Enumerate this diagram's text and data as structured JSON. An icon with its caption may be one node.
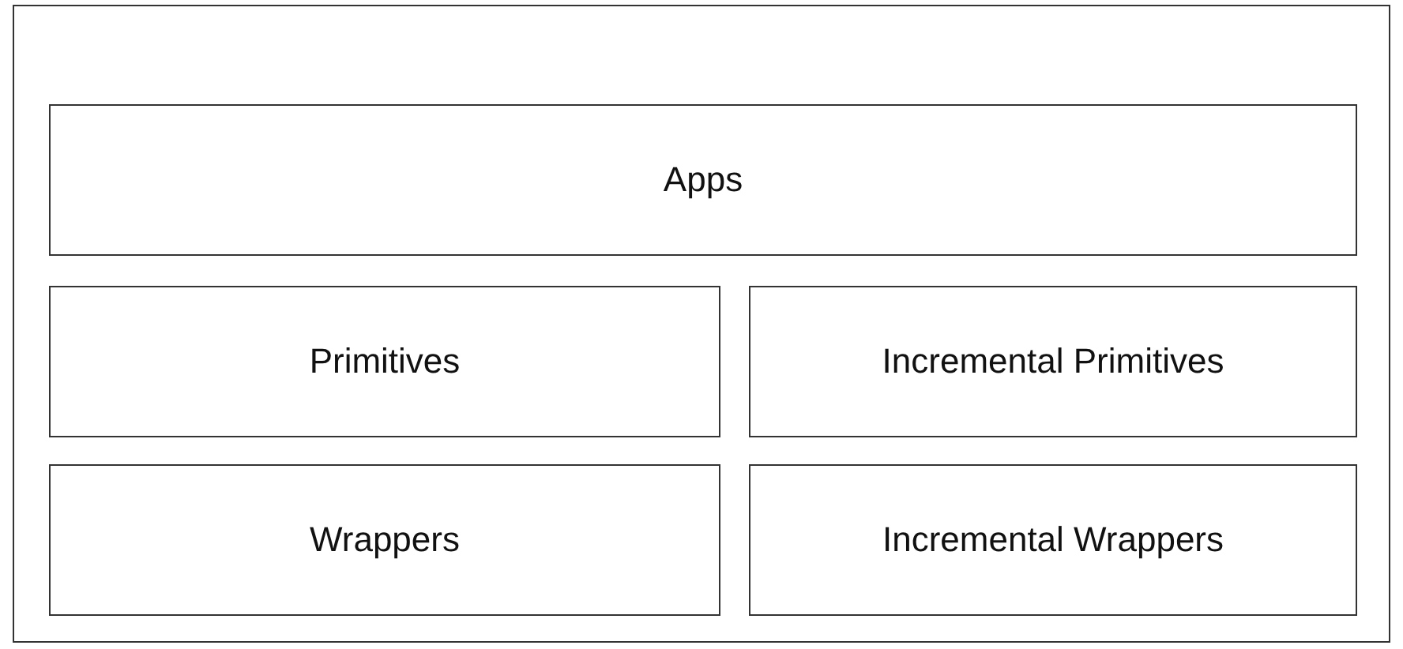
{
  "diagram": {
    "nodes": [
      {
        "text": [],
        "shape": "box"
      },
      {
        "text": [
          "Apps"
        ],
        "in": 0
      },
      {
        "text": [
          "Primitives"
        ],
        "in": 0
      },
      {
        "text": [
          "Incremental Primitives"
        ],
        "in": 0
      },
      {
        "text": [
          "Wrappers"
        ],
        "in": 0
      },
      {
        "text": [
          "Incremental Wrappers"
        ],
        "in": 0
      }
    ]
  }
}
